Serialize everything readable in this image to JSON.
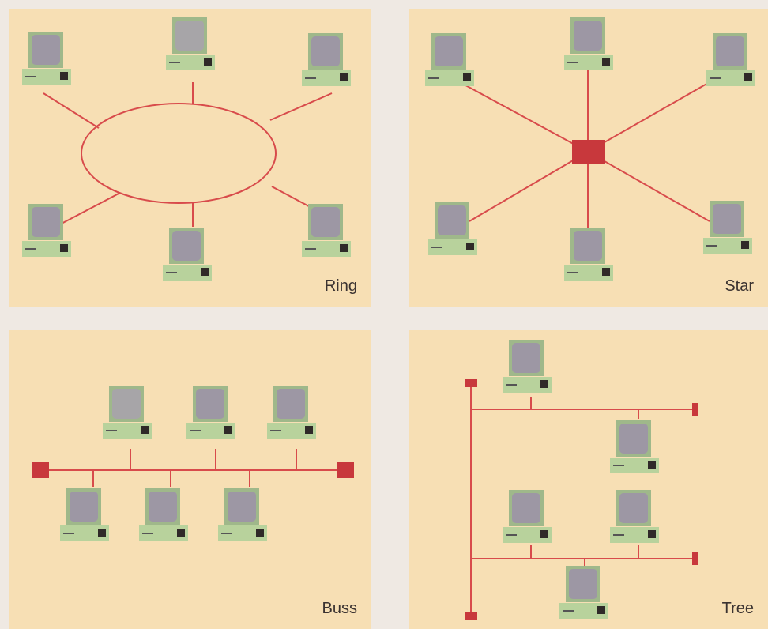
{
  "panels": {
    "ring": {
      "label": "Ring"
    },
    "star": {
      "label": "Star"
    },
    "buss": {
      "label": "Buss"
    },
    "tree": {
      "label": "Tree"
    }
  },
  "colors": {
    "background": "#efe9e3",
    "panel": "#f7dfb4",
    "link": "#d84b4b",
    "hub": "#c8383c",
    "label": "#3b3331"
  },
  "icons": [
    "computer-icon"
  ]
}
